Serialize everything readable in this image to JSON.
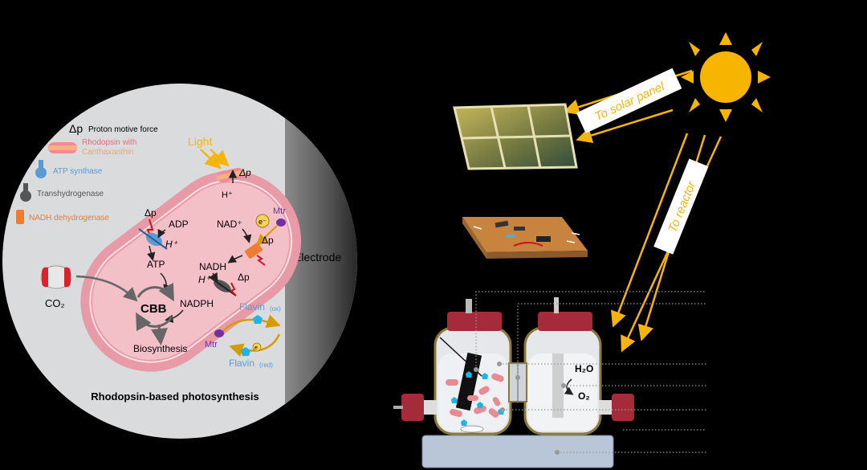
{
  "legend": {
    "delta_p_symbol": "Δp",
    "delta_p_desc": "Proton motive force",
    "rhodopsin_line1": "Rhodopsin with",
    "rhodopsin_line2": "Canthaxanthin",
    "atp_synthase": "ATP synthase",
    "transhydrogenase": "Transhydrogenase",
    "nadh_dehydrogenase": "NADH dehydrogenase"
  },
  "cell": {
    "light": "Light",
    "dp_top": "Δp",
    "h_top": "H⁺",
    "dp_atp": "Δp",
    "adp": "ADP",
    "h_atp": "H⁺",
    "atp": "ATP",
    "nad": "NAD⁺",
    "electron": "e⁻",
    "mtr_top": "Mtr",
    "dp_nadh": "Δp",
    "nadh": "NADH",
    "h_th": "H⁺",
    "dp_th": "Δp",
    "nadph": "NADPH",
    "cbb": "CBB",
    "biosynthesis": "Biosynthesis",
    "co2": "CO₂",
    "flavin_ox": "Flavin",
    "flavin_ox_sub": "(ox)",
    "flavin_red": "Flavin",
    "flavin_red_sub": "(red)",
    "mtr_bottom": "Mtr",
    "electron_small": "e"
  },
  "electrode_label": "Electrode",
  "panel_title": "Rhodopsin-based photosynthesis",
  "arrows": {
    "to_solar_panel": "To solar panel",
    "to_reactor": "To reactor"
  },
  "reactor": {
    "h2o": "H₂O",
    "o2": "O₂"
  },
  "colors": {
    "cell_outer": "#e89aa6",
    "cell_inner": "#f4c0c8",
    "circle_bg": "#d9dbdd",
    "electrode": "#6f6f6f",
    "sun": "#f7b500",
    "arrow": "#f5b50e",
    "atp_synthase": "#5b9bd5",
    "nadh_dehydrogenase": "#ed7d31",
    "mtr": "#7030a0",
    "flavin": "#1eb4e8",
    "cap": "#a52a3a",
    "board": "#b8773c"
  }
}
